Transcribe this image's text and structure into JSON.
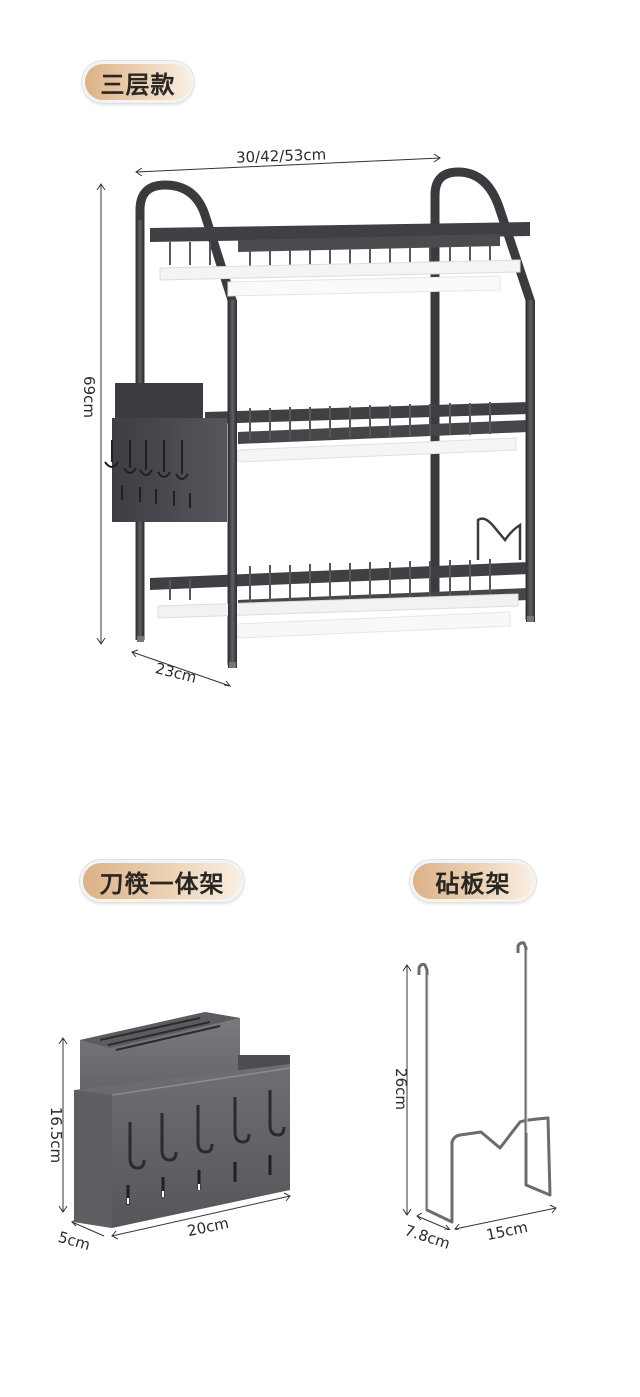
{
  "sections": {
    "three_tier": {
      "badge_label": "三层款",
      "dimensions": {
        "width": "30/42/53cm",
        "height": "69cm",
        "depth": "23cm"
      }
    },
    "knife_holder": {
      "badge_label": "刀筷一体架",
      "dimensions": {
        "height": "16.5cm",
        "width": "20cm",
        "depth": "5cm"
      }
    },
    "cutting_board_rack": {
      "badge_label": "砧板架",
      "dimensions": {
        "height": "26cm",
        "width": "15cm",
        "depth": "7.8cm"
      }
    }
  },
  "colors": {
    "badge_gradient_start": "#dcb287",
    "badge_gradient_end": "#f9efe3",
    "badge_text": "#2a2623",
    "metal_dark": "#3a3b3e",
    "metal_mid": "#56585c",
    "tray_white": "#f4f4f4"
  }
}
